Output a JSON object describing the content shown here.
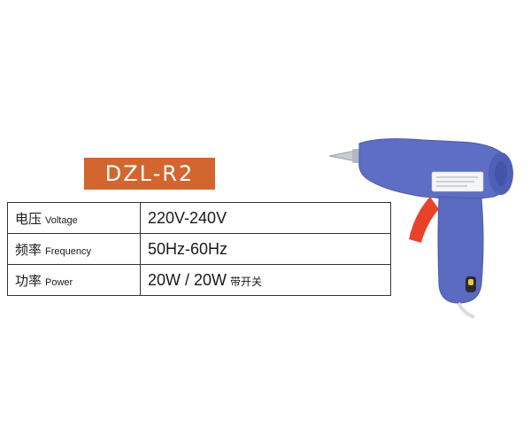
{
  "model": "DZL-R2",
  "specs": [
    {
      "label_cn": "电压",
      "label_en": "Voltage",
      "value": "220V-240V",
      "note": ""
    },
    {
      "label_cn": "频率",
      "label_en": "Frequency",
      "value": "50Hz-60Hz",
      "note": ""
    },
    {
      "label_cn": "功率",
      "label_en": "Power",
      "value": "20W / 20W",
      "note": "带开关"
    }
  ],
  "colors": {
    "badge": "#d2662e",
    "gun_body": "#5e6ec4",
    "trigger": "#e8432a"
  },
  "image_subject": "glue-gun"
}
